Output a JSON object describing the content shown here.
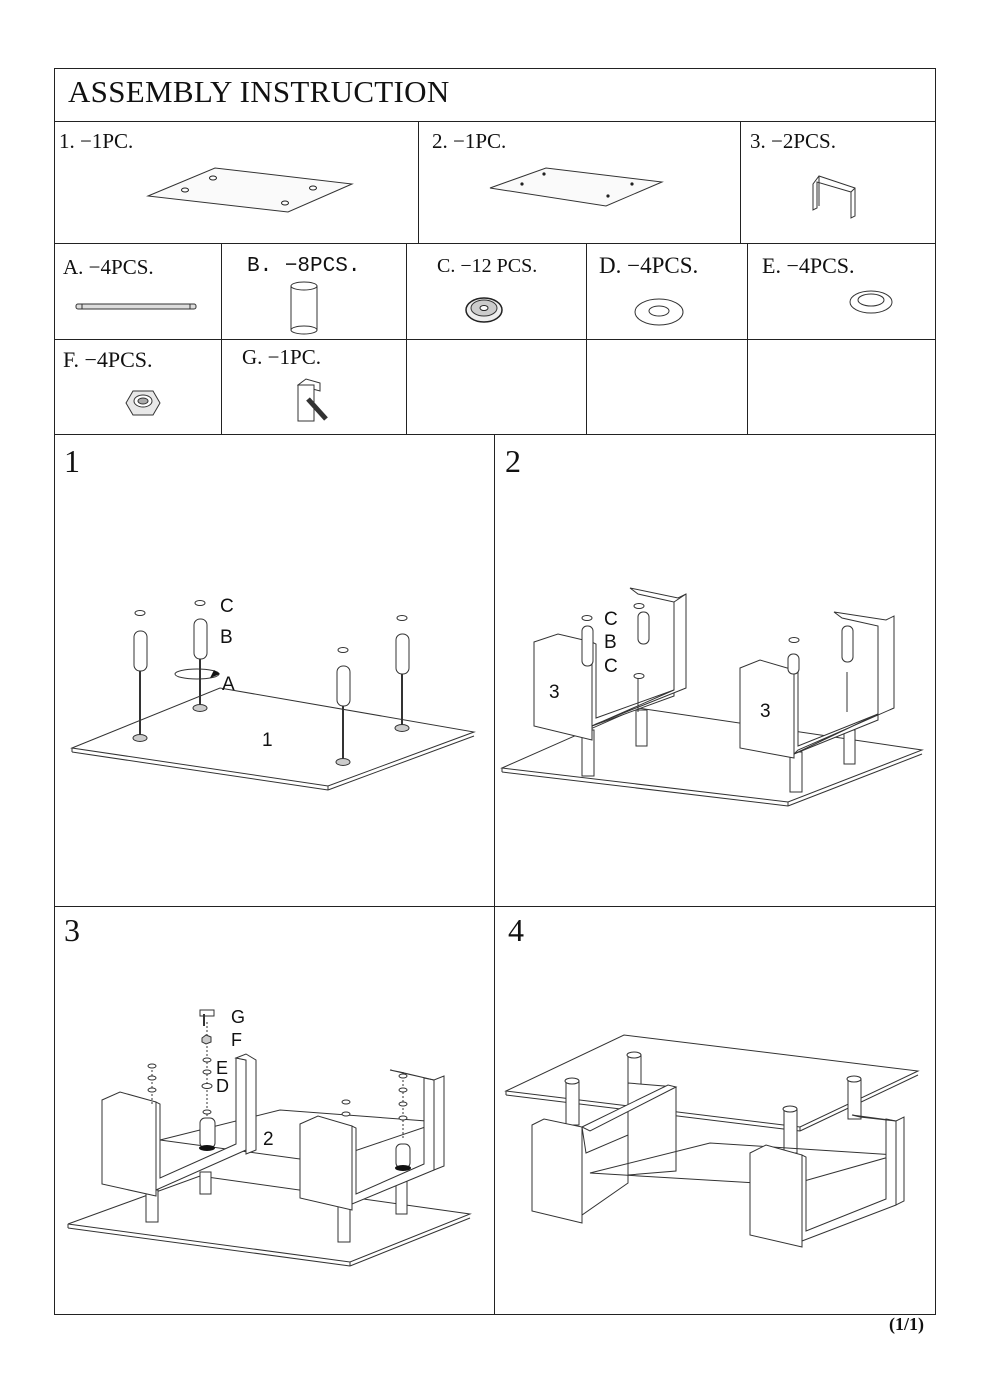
{
  "title": "ASSEMBLY INSTRUCTION",
  "panels": [
    {
      "label": "1. −1PC."
    },
    {
      "label": "2. −1PC."
    },
    {
      "label": "3. −2PCS."
    }
  ],
  "hardware": [
    {
      "label": "A. −4PCS."
    },
    {
      "label": "B. −8PCS."
    },
    {
      "label": "C. −12 PCS."
    },
    {
      "label": "D. −4PCS."
    },
    {
      "label": "E. −4PCS."
    },
    {
      "label": "F. −4PCS."
    },
    {
      "label": "G. −1PC."
    }
  ],
  "steps": [
    {
      "number": "1",
      "callouts": {
        "c": "C",
        "b": "B",
        "a": "A",
        "part": "1"
      }
    },
    {
      "number": "2",
      "callouts": {
        "c1": "C",
        "b": "B",
        "c2": "C",
        "part_left": "3",
        "part_right": "3"
      }
    },
    {
      "number": "3",
      "callouts": {
        "g": "G",
        "f": "F",
        "e": "E",
        "d": "D",
        "part": "2"
      }
    },
    {
      "number": "4"
    }
  ],
  "page_number": "(1/1)"
}
